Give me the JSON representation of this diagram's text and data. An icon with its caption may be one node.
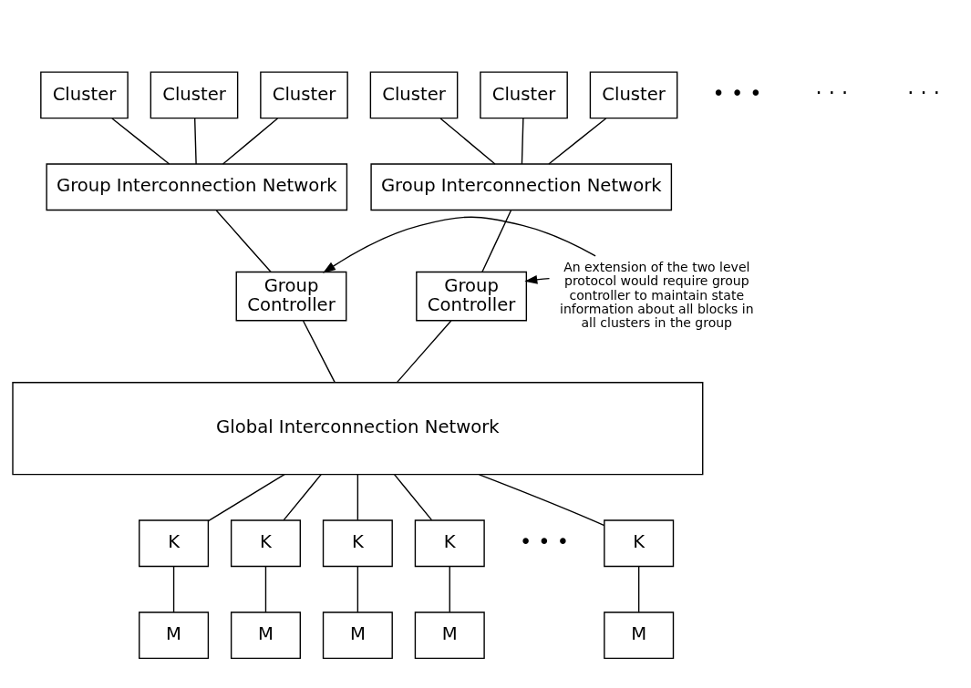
{
  "diagram": {
    "nodes": [
      {
        "text": [
          "Cluster"
        ]
      },
      {
        "text": [
          "Cluster"
        ]
      },
      {
        "text": [
          "Cluster"
        ]
      },
      {
        "text": [
          "Cluster"
        ]
      },
      {
        "text": [
          "Cluster"
        ]
      },
      {
        "text": [
          "Cluster"
        ]
      },
      {
        "text": [
          "Group Interconnection Network"
        ]
      },
      {
        "text": [
          "Group Interconnection Network"
        ]
      },
      {
        "text": [
          "Group Controller"
        ]
      },
      {
        "text": [
          "An extension of the two level protocol would require group controller to maintain state information about all blocks in all clusters in the group"
        ]
      },
      {
        "text": [
          "Group Controller"
        ]
      },
      {
        "text": [
          "Global Interconnection Network"
        ]
      },
      {
        "text": [
          "K"
        ]
      },
      {
        "text": [
          "K"
        ]
      },
      {
        "text": [
          "K"
        ]
      },
      {
        "text": [
          "K"
        ]
      },
      {
        "text": [
          "K"
        ]
      },
      {
        "text": [
          "M"
        ]
      },
      {
        "text": [
          "M"
        ]
      },
      {
        "text": [
          "M"
        ]
      },
      {
        "text": [
          "M"
        ]
      },
      {
        "text": [
          "M"
        ]
      }
    ],
    "edges": [
      {
        "from": 0,
        "to": 6,
        "arrow": "none"
      },
      {
        "from": 1,
        "to": 6,
        "arrow": "none"
      },
      {
        "from": 2,
        "to": 6,
        "arrow": "none"
      },
      {
        "from": 3,
        "to": 7,
        "arrow": "none"
      },
      {
        "from": 4,
        "to": 7,
        "arrow": "none"
      },
      {
        "from": 5,
        "to": 7,
        "arrow": "none"
      },
      {
        "from": 6,
        "to": 8,
        "arrow": "none"
      },
      {
        "from": 7,
        "to": 10,
        "arrow": "none"
      },
      {
        "from": 9,
        "to": 8,
        "arrow": "to"
      },
      {
        "from": 9,
        "to": 10,
        "arrow": "to"
      },
      {
        "from": 8,
        "to": 11,
        "arrow": "none"
      },
      {
        "from": 10,
        "to": 11,
        "arrow": "none"
      },
      {
        "from": 11,
        "to": 12,
        "arrow": "none"
      },
      {
        "from": 11,
        "to": 13,
        "arrow": "none"
      },
      {
        "from": 11,
        "to": 14,
        "arrow": "none"
      },
      {
        "from": 11,
        "to": 15,
        "arrow": "none"
      },
      {
        "from": 11,
        "to": 16,
        "arrow": "none"
      },
      {
        "from": 12,
        "to": 17,
        "arrow": "none"
      },
      {
        "from": 13,
        "to": 18,
        "arrow": "none"
      },
      {
        "from": 14,
        "to": 19,
        "arrow": "none"
      },
      {
        "from": 15,
        "to": 20,
        "arrow": "none"
      },
      {
        "from": 16,
        "to": 21,
        "arrow": "none"
      }
    ],
    "labels": [
      "· · ·",
      "• • •",
      "· · ·",
      "• • •"
    ]
  }
}
